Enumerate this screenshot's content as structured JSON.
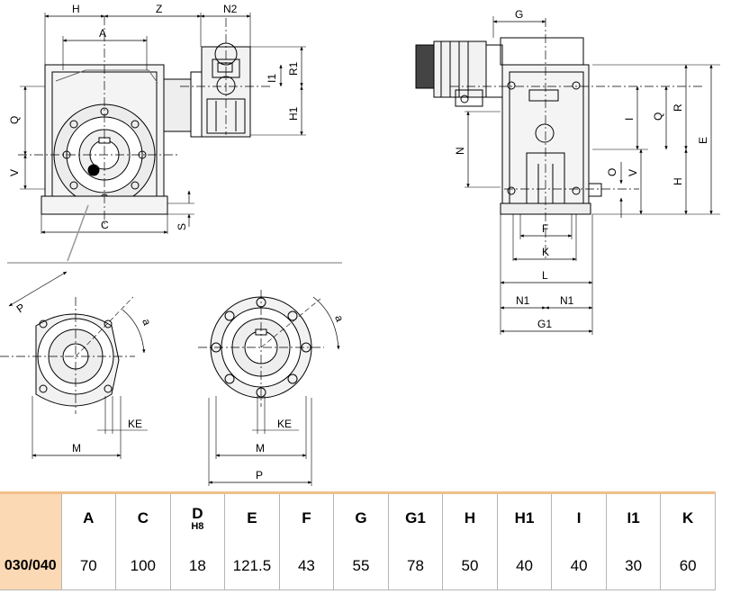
{
  "diagram": {
    "front_labels": {
      "H": "H",
      "Z": "Z",
      "N2": "N2",
      "A": "A",
      "R1": "R1",
      "I1": "I1",
      "Q": "Q",
      "H1": "H1",
      "V": "V",
      "C": "C",
      "S": "S"
    },
    "side_labels": {
      "G": "G",
      "N": "N",
      "I": "I",
      "Q": "Q",
      "R": "R",
      "E": "E",
      "O": "O",
      "V": "V",
      "H": "H",
      "F": "F",
      "K": "K",
      "L": "L",
      "N1a": "N1",
      "N1b": "N1",
      "G1": "G1"
    },
    "flange_left_labels": {
      "P": "P",
      "a": "a",
      "KE": "KE",
      "M": "M"
    },
    "flange_right_labels": {
      "a": "a",
      "KE": "KE",
      "M": "M",
      "P": "P"
    }
  },
  "table": {
    "headers": [
      {
        "main": "A"
      },
      {
        "main": "C"
      },
      {
        "main": "D",
        "sub": "H8"
      },
      {
        "main": "E"
      },
      {
        "main": "F"
      },
      {
        "main": "G"
      },
      {
        "main": "G1"
      },
      {
        "main": "H"
      },
      {
        "main": "H1"
      },
      {
        "main": "I"
      },
      {
        "main": "I1"
      },
      {
        "main": "K"
      }
    ],
    "rows": [
      {
        "label": "030/040",
        "values": [
          "70",
          "100",
          "18",
          "121.5",
          "43",
          "55",
          "78",
          "50",
          "40",
          "40",
          "30",
          "60"
        ]
      }
    ]
  },
  "colors": {
    "header_accent": "#fbd9b4",
    "line": "#000000"
  }
}
